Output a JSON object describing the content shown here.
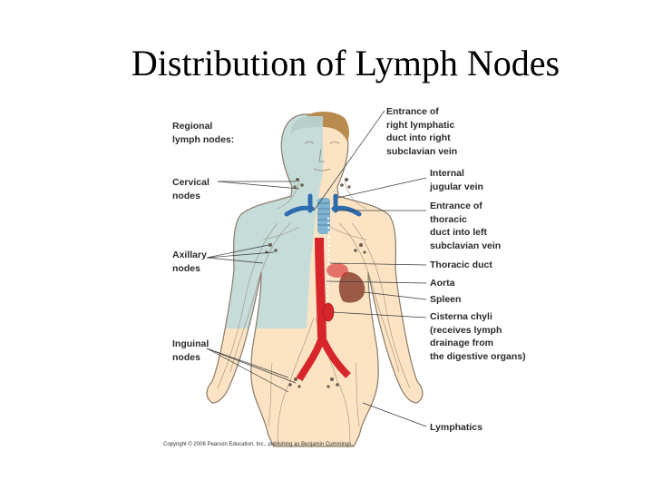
{
  "slide": {
    "title": "Distribution of Lymph Nodes"
  },
  "labels": {
    "regional": [
      "Regional",
      "lymph nodes:"
    ],
    "cervical": [
      "Cervical",
      "nodes"
    ],
    "axillary": [
      "Axillary",
      "nodes"
    ],
    "inguinal": [
      "Inguinal",
      "nodes"
    ],
    "entrance_right": [
      "Entrance of",
      "right lymphatic",
      "duct into right",
      "subclavian vein"
    ],
    "internal_jugular": [
      "Internal",
      "jugular vein"
    ],
    "entrance_thoracic": [
      "Entrance of",
      "thoracic",
      "duct into left",
      "subclavian vein"
    ],
    "thoracic_duct": [
      "Thoracic duct"
    ],
    "aorta": [
      "Aorta"
    ],
    "spleen": [
      "Spleen"
    ],
    "cisterna": [
      "Cisterna chyli",
      "(receives lymph",
      "drainage from",
      "the digestive organs)"
    ],
    "lymphatics": [
      "Lymphatics"
    ]
  },
  "copyright": "Copyright © 2006 Pearson Education, Inc., publishing as Benjamin Cummings.",
  "colors": {
    "right_region": "#c5dcd9",
    "left_region": "#fbe3c3",
    "outline": "#8a7a6a",
    "vein": "#2e6cb0",
    "artery": "#d7262b",
    "spleen": "#9a5a46",
    "hair": "#b88a4e",
    "duct": "#7fb3d0"
  }
}
